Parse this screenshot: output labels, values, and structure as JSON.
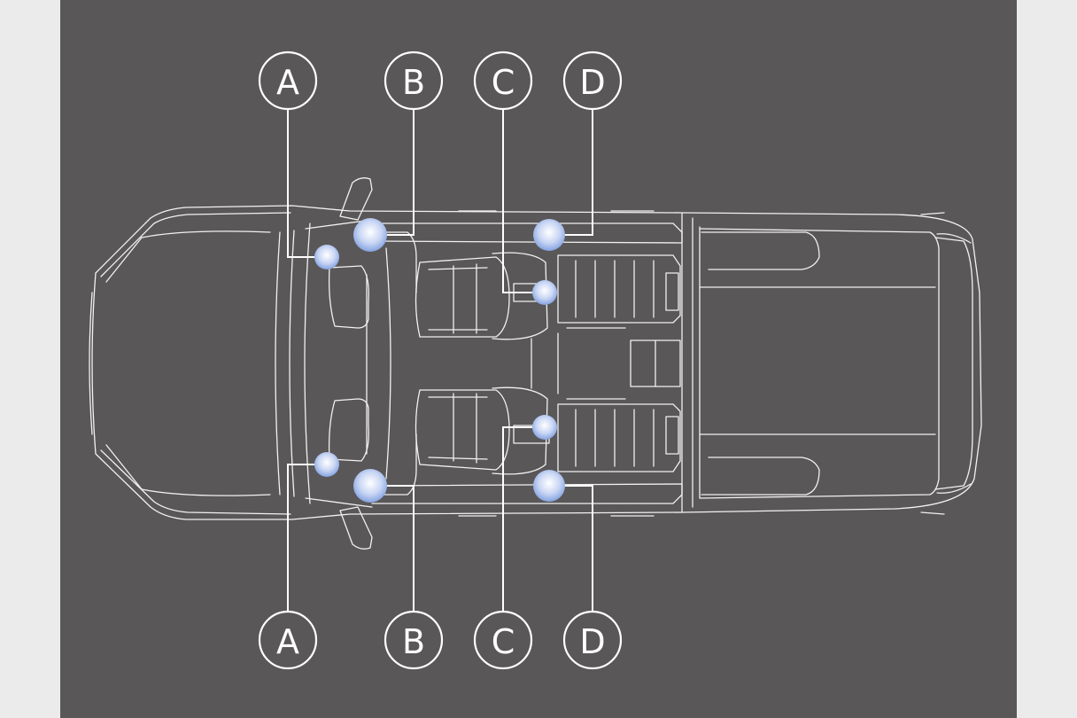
{
  "labels": {
    "top": [
      "A",
      "B",
      "C",
      "D"
    ],
    "bottom": [
      "A",
      "B",
      "C",
      "D"
    ]
  },
  "colors": {
    "stage_background": "#595758",
    "page_background": "#ebebeb",
    "outline": "#ffffff",
    "marker_center": "#ffffff",
    "marker_edge": "#7f9fe0"
  }
}
